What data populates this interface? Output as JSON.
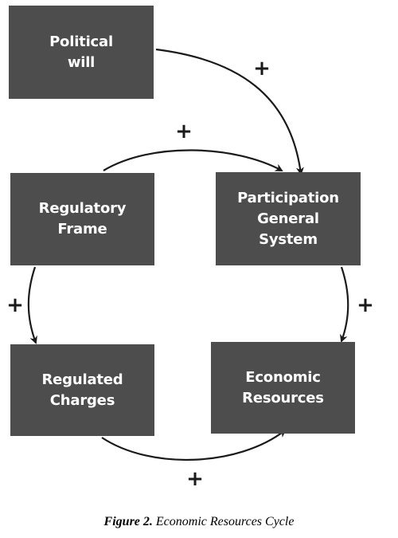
{
  "diagram": {
    "nodes": {
      "political": "Political\nwill",
      "regulatory": "Regulatory\nFrame",
      "participation": "Participation\nGeneral\nSystem",
      "charges": "Regulated\nCharges",
      "economic": "Economic\nResources"
    },
    "edge_signs": {
      "political_to_participation": "+",
      "regulatory_to_participation": "+",
      "regulatory_to_charges": "+",
      "participation_to_economic": "+",
      "charges_to_economic": "+"
    }
  },
  "caption": {
    "figure_number": "Figure 2.",
    "text": "Economic Resources Cycle"
  },
  "colors": {
    "box_fill": "#4d4d4d",
    "box_text": "#ffffff",
    "arrow": "#1a1a1a"
  }
}
